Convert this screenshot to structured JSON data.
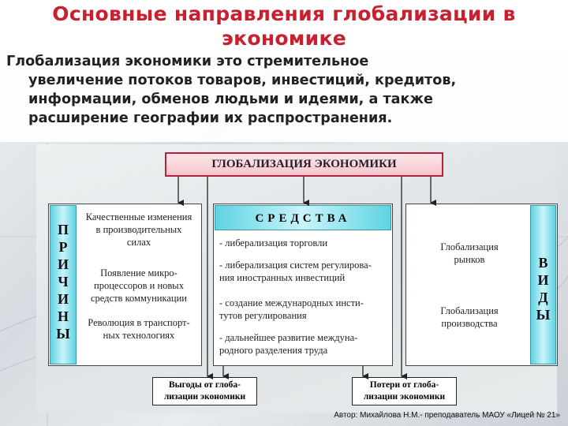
{
  "title": {
    "line1": "Основные направления глобализации в",
    "line2": "экономике"
  },
  "body_text": {
    "lines": [
      "Глобализация экономики это стремительное",
      "увеличение потоков товаров, инвестиций, кредитов,",
      "информации, обменов людьми и идеями, а также",
      "расширение географии их распространения."
    ]
  },
  "diagram": {
    "top_box": "ГЛОБАЛИЗАЦИЯ ЭКОНОМИКИ",
    "left_label_letters": [
      "П",
      "Р",
      "И",
      "Ч",
      "И",
      "Н",
      "Ы"
    ],
    "right_label_letters": [
      "В",
      "И",
      "Д",
      "Ы"
    ],
    "causes": [
      [
        "Качественные изменения",
        "в производительных",
        "силах"
      ],
      [
        "Появление микро-",
        "процессоров и новых",
        "средств коммуникации"
      ],
      [
        "Революция в транспорт-",
        "ных технологиях"
      ]
    ],
    "means_header": "СРЕДСТВА",
    "means": [
      [
        "- либерализация торговли"
      ],
      [
        "- либерализация систем регулирова-",
        "ния иностранных инвестиций"
      ],
      [
        "- создание международных инсти-",
        "тутов регулирования"
      ],
      [
        "- дальнейшее развитие междуна-",
        "родного разделения труда"
      ]
    ],
    "types": [
      [
        "Глобализация",
        "рынков"
      ],
      [
        "Глобализация",
        "производства"
      ]
    ],
    "bottom_left": [
      "Выгоды от глоба-",
      "лизации экономики"
    ],
    "bottom_right": [
      "Потери от глоба-",
      "лизации экономики"
    ]
  },
  "footer": "Автор: Михайлова Н.М.- преподаватель МАОУ «Лицей № 21»"
}
